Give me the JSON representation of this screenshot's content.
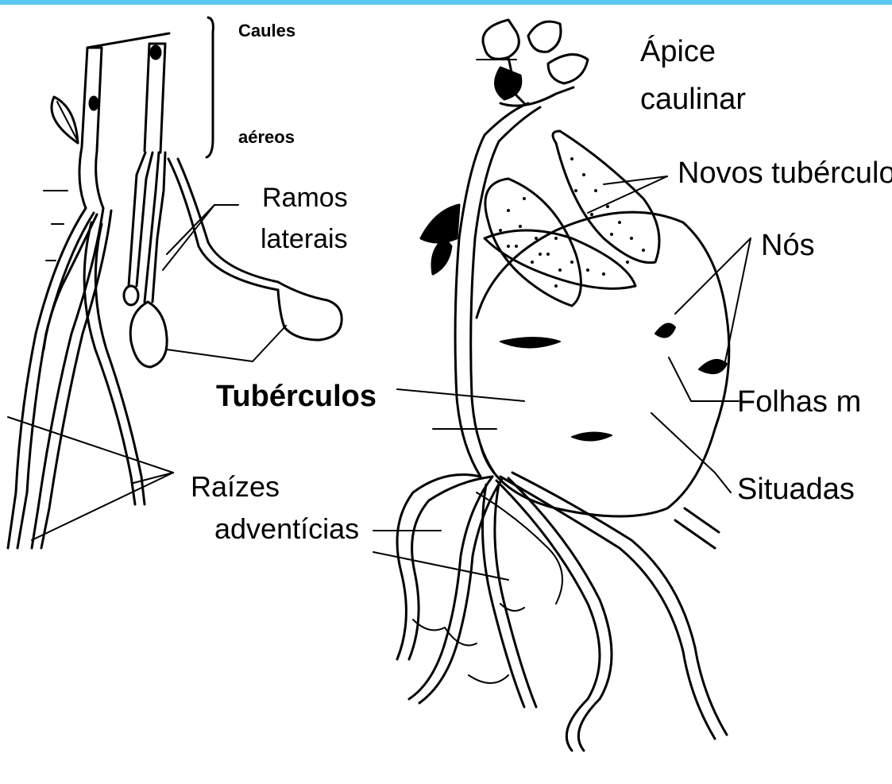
{
  "labels": {
    "caules": "Caules",
    "aereos": "aéreos",
    "ramos": "Ramos",
    "laterais": "laterais",
    "tuberculos": "Tubérculos",
    "raizes": "Raízes",
    "adventicias": "adventícias",
    "apice": "Ápice",
    "caulinar": "caulinar",
    "novos_tuberculos": "Novos tubérculos",
    "nos": "Nós",
    "folhas": "Folhas m",
    "situadas": "Situadas"
  },
  "colors": {
    "top_bar": "#5bc6ee",
    "ink": "#000000",
    "background": "#ffffff"
  }
}
